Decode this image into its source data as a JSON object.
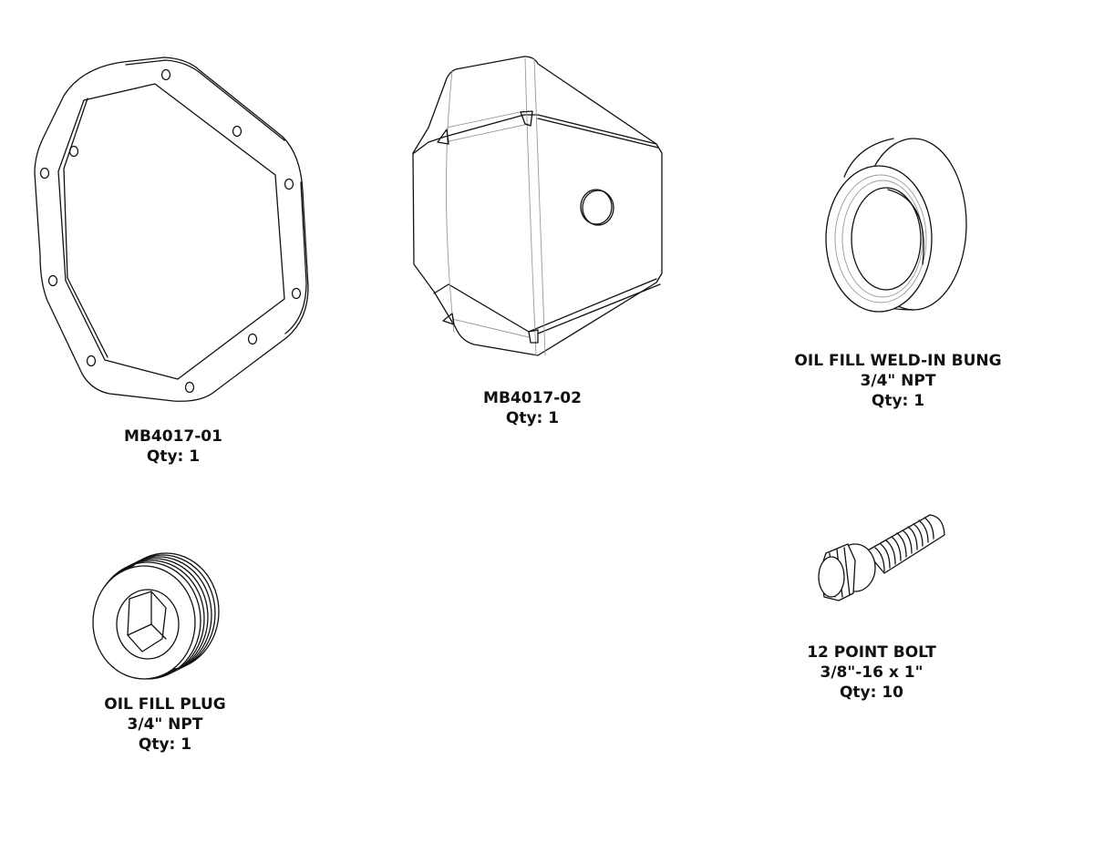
{
  "parts": [
    {
      "id": "cover",
      "lines": [
        "MB4017-01",
        "Qty: 1"
      ]
    },
    {
      "id": "armor",
      "lines": [
        "MB4017-02",
        "Qty: 1"
      ]
    },
    {
      "id": "bung",
      "lines": [
        "OIL FILL WELD-IN BUNG",
        "3/4\" NPT",
        "Qty: 1"
      ]
    },
    {
      "id": "plug",
      "lines": [
        "OIL FILL PLUG",
        "3/4\" NPT",
        "Qty: 1"
      ]
    },
    {
      "id": "bolt",
      "lines": [
        "12 POINT BOLT",
        "3/8\"-16 x 1\"",
        "Qty: 10"
      ]
    }
  ],
  "colors": {
    "line": "#111111",
    "background": "#ffffff",
    "text": "#111111"
  }
}
